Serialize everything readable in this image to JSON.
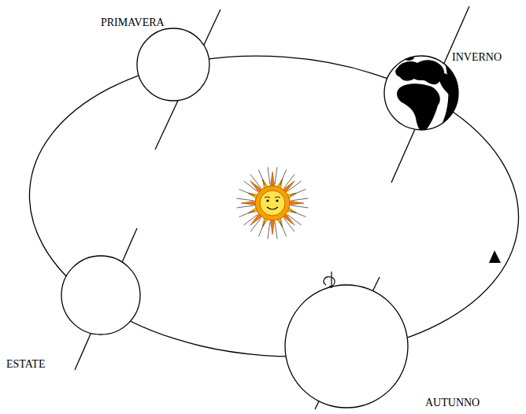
{
  "diagram": {
    "labels": [
      "PRIMAVERA",
      "INVERNO",
      "ESTATE",
      "AUTUNNO"
    ]
  }
}
